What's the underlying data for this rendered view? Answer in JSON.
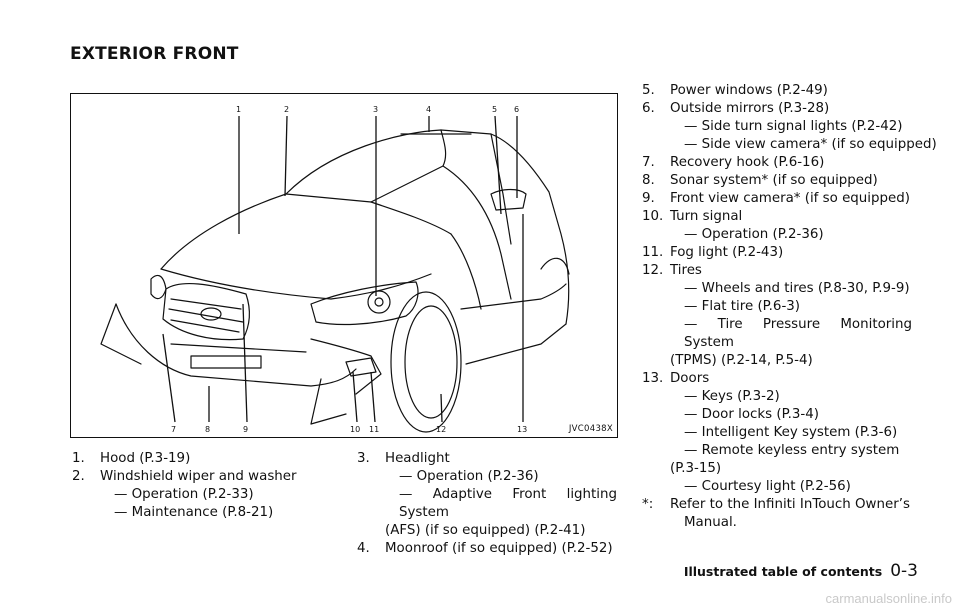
{
  "page_title": "EXTERIOR FRONT",
  "figure": {
    "id": "JVC0438X",
    "callouts": [
      "1",
      "2",
      "3",
      "4",
      "5",
      "6",
      "7",
      "8",
      "9",
      "10",
      "11",
      "12",
      "13"
    ]
  },
  "list_left": [
    {
      "num": "1.",
      "text": "Hood (P.3-19)",
      "subs": []
    },
    {
      "num": "2.",
      "text": "Windshield wiper and washer",
      "subs": [
        "— Operation (P.2-33)",
        "— Maintenance (P.8-21)"
      ]
    }
  ],
  "list_middle": {
    "item3": {
      "num": "3.",
      "text": "Headlight",
      "sub1": "— Operation (P.2-36)",
      "sub2": "— Adaptive Front lighting System",
      "sub2_cont": "(AFS) (if so equipped) (P.2-41)"
    },
    "item4": {
      "num": "4.",
      "text": "Moonroof (if so equipped) (P.2-52)"
    }
  },
  "list_right": {
    "i5": {
      "num": "5.",
      "text": "Power windows (P.2-49)"
    },
    "i6": {
      "num": "6.",
      "text": "Outside mirrors (P.3-28)",
      "subs": [
        "— Side turn signal lights (P.2-42)",
        "— Side view camera* (if so equipped)"
      ]
    },
    "i7": {
      "num": "7.",
      "text": "Recovery hook (P.6-16)"
    },
    "i8": {
      "num": "8.",
      "text": "Sonar system* (if so equipped)"
    },
    "i9": {
      "num": "9.",
      "text": "Front view camera* (if so equipped)"
    },
    "i10": {
      "num": "10.",
      "text": "Turn signal",
      "subs": [
        "— Operation (P.2-36)"
      ]
    },
    "i11": {
      "num": "11.",
      "text": "Fog light (P.2-43)"
    },
    "i12": {
      "num": "12.",
      "text": "Tires",
      "subs": [
        "— Wheels and tires (P.8-30, P.9-9)",
        "— Flat tire (P.6-3)"
      ],
      "sub_tpms": "— Tire Pressure Monitoring System",
      "sub_tpms_cont": "(TPMS) (P.2-14, P.5-4)"
    },
    "i13": {
      "num": "13.",
      "text": "Doors",
      "subs": [
        "— Keys (P.3-2)",
        "— Door locks (P.3-4)",
        "— Intelligent Key system (P.3-6)",
        "— Remote keyless entry system"
      ],
      "sub_rke_cont": "(P.3-15)",
      "sub_last": "— Courtesy light (P.2-56)"
    },
    "note": {
      "num": "*:",
      "text": "Refer to the Infiniti InTouch Owner’s",
      "cont": "Manual."
    }
  },
  "footer": {
    "section": "Illustrated table of contents",
    "page": "0-3"
  },
  "watermark": "carmanualsonline.info"
}
